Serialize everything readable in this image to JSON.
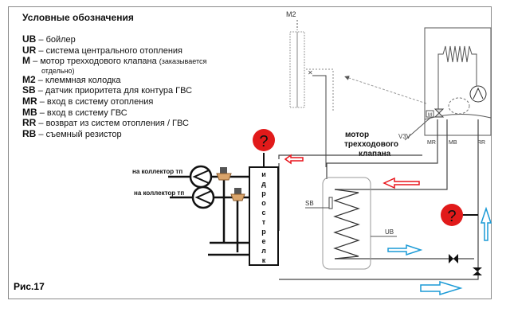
{
  "legend": {
    "title": "Условные обозначения",
    "items": [
      {
        "code": "UB",
        "text": "– бойлер"
      },
      {
        "code": "UR",
        "text": "– система центрального отопления"
      },
      {
        "code": "M",
        "text": "  – мотор трехходового клапана",
        "note": "(заказывается",
        "note2": "отдельно)"
      },
      {
        "code": "M2",
        "text": "– клеммная колодка"
      },
      {
        "code": "SB",
        "text": "– датчик приоритета для контура ГВС"
      },
      {
        "code": "MR",
        "text": "– вход в систему отопления"
      },
      {
        "code": "MB",
        "text": "– вход в систему ГВС"
      },
      {
        "code": "RR",
        "text": "– возврат из систем отопления / ГВС"
      },
      {
        "code": "RB",
        "text": "– съемный резистор"
      }
    ]
  },
  "diagram": {
    "m2_label": "M2",
    "motor_label_line1": "мотор",
    "motor_label_line2": "трехходового",
    "motor_label_line3": "клапана",
    "v3v_label": "V3V",
    "mr_label": "MR",
    "mb_label": "MB",
    "rr_label": "RR",
    "m_box_label": "M",
    "sb_label": "SB",
    "ub_label": "UB",
    "collector_label_1": "на коллектор тп",
    "collector_label_2": "на коллектор тп",
    "hydro_letters": [
      "и",
      "д",
      "р",
      "о",
      "с",
      "т",
      "р",
      "е",
      "л",
      "к"
    ],
    "question_mark": "?",
    "colors": {
      "hot": "#e8141b",
      "cold": "#1a9ad6",
      "question": "#e11a1a"
    }
  },
  "figure_label": "Рис.17"
}
